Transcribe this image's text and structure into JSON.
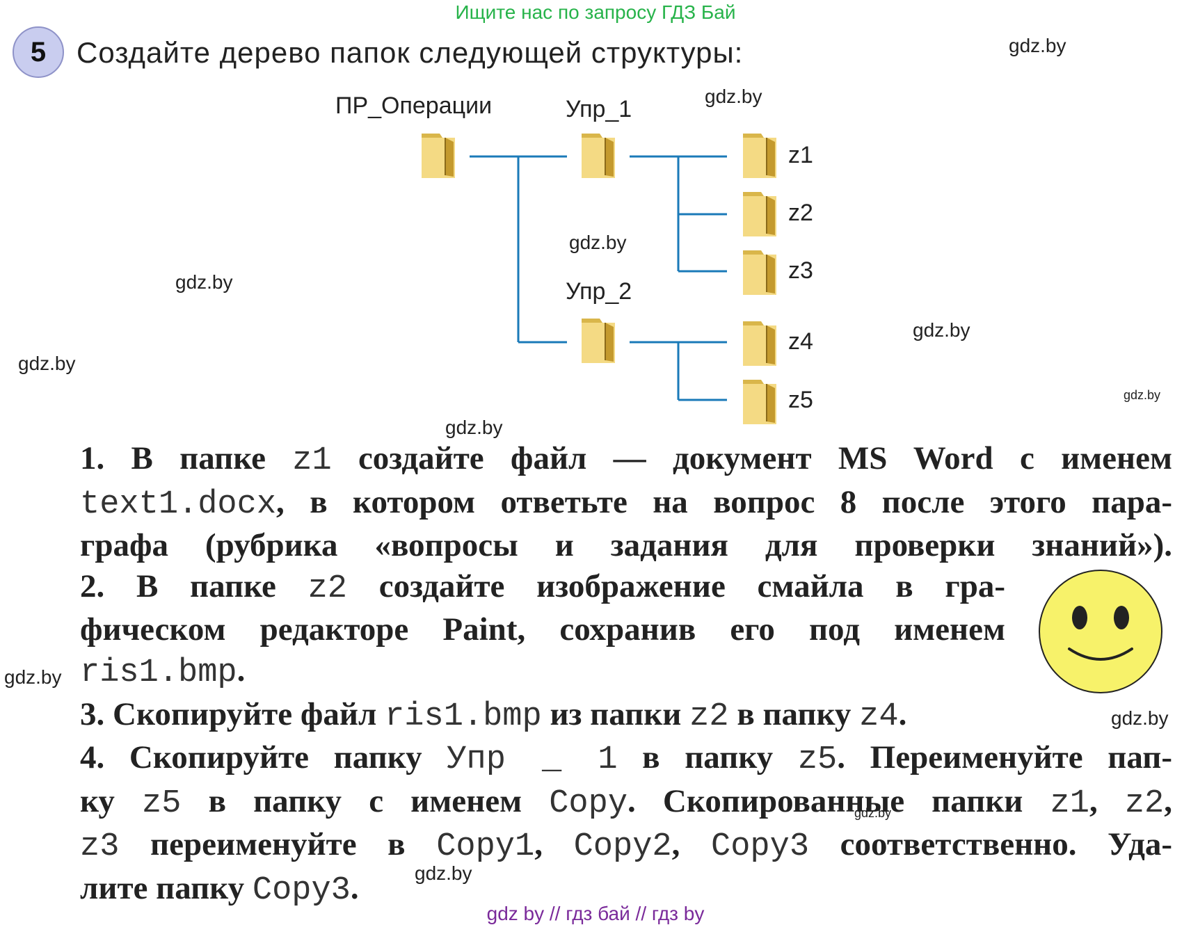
{
  "banner": "Ищите нас по запросу ГДЗ Бай",
  "task": {
    "number": "5",
    "title": "Создайте дерево папок следующей структуры:"
  },
  "tree": {
    "root": "ПР_Операции",
    "child1": "Упр_1",
    "child2": "Упр_2",
    "leaves": [
      "z1",
      "z2",
      "z3",
      "z4",
      "z5"
    ],
    "line_color": "#1a7ab8",
    "folder_icon": "folder-icon"
  },
  "watermark": "gdz.by",
  "instructions": {
    "p1": {
      "a": "1. В папке ",
      "b": "z1",
      "c": " создайте файл — документ MS Word с именем",
      "d": "text1.docx",
      "e": ", в котором ответьте на вопрос 8 после этого пара-",
      "f": "графа (рубрика «вопросы и задания для проверки знаний»)."
    },
    "p2": {
      "a": "2. В папке ",
      "b": "z2",
      "c": " создайте изображение смайла в гра-",
      "d": "фическом редакторе Paint, сохранив его под именем",
      "e": "ris1.bmp",
      "f": "."
    },
    "p3": {
      "a": "3. Скопируйте файл ",
      "b": "ris1.bmp",
      "c": " из папки ",
      "d": "z2",
      "e": " в папку ",
      "f": "z4",
      "g": "."
    },
    "p4": {
      "a": "4. Скопируйте папку ",
      "b": "Упр _ 1",
      "c": " в папку ",
      "d": "z5",
      "e": ". Переименуйте пап-",
      "f": "ку ",
      "g": "z5",
      "h": " в папку с именем ",
      "i": "Copy",
      "j": ". Скопированные папки ",
      "k": "z1",
      "l": ", ",
      "m": "z2",
      "n": ",",
      "o": "z3",
      "p": " переименуйте в ",
      "q": "Copy1",
      "r": ", ",
      "s": "Copy2",
      "t": ", ",
      "u": "Copy3",
      "v": " соответственно. Уда-",
      "w": "лите папку ",
      "x": "Copy3",
      "y": "."
    }
  },
  "smiley": {
    "icon": "smiley-icon",
    "face_color": "#f7f26a",
    "stroke_color": "#222222"
  },
  "footer": "gdz by  //  гдз бай  //  гдз by"
}
